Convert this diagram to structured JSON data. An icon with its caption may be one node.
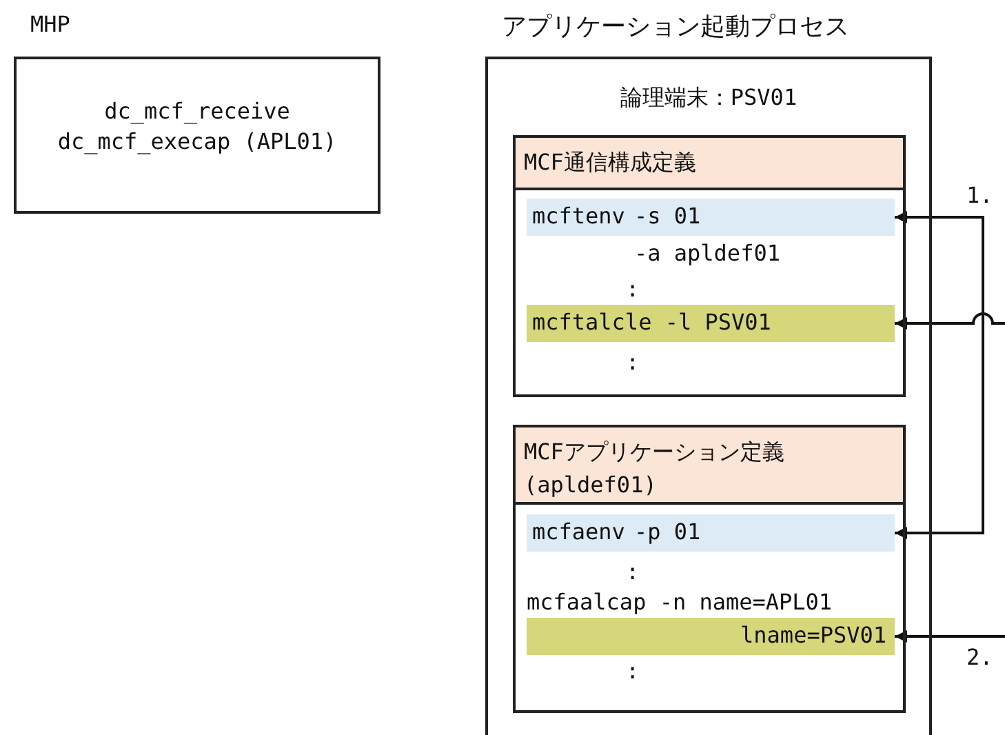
{
  "diagram": {
    "nodes": [
      {
        "text": [
          "MHP",
          "dc_mcf_receive",
          "dc_mcf_execap (APL01)"
        ]
      },
      {
        "text": [
          "アプリケーション起動プロセス",
          "論理端末：PSV01"
        ]
      },
      {
        "text": [
          "MCF通信構成定義"
        ],
        "in": 1
      },
      {
        "text": [
          "mcftenv",
          "-s 01"
        ],
        "in": 2
      },
      {
        "text": [
          "mcftalcle -l PSV01"
        ],
        "in": 2
      },
      {
        "text": [
          "MCFアプリケーション定義 (apldef01)"
        ],
        "in": 1
      },
      {
        "text": [
          "mcfaenv",
          "-p 01"
        ],
        "in": 5
      },
      {
        "text": [
          "lname=PSV01"
        ],
        "in": 5
      }
    ],
    "edges": [
      {
        "from": 3,
        "to": 6,
        "arrow": "both",
        "label": "1."
      },
      {
        "from": null,
        "to": 4,
        "arrow": "to"
      },
      {
        "from": null,
        "to": 7,
        "arrow": "to",
        "label": "2."
      }
    ],
    "labels": [
      "-a apldef01",
      ":",
      ":",
      ":",
      "mcfaalcap -n name=APL01",
      ":"
    ]
  }
}
